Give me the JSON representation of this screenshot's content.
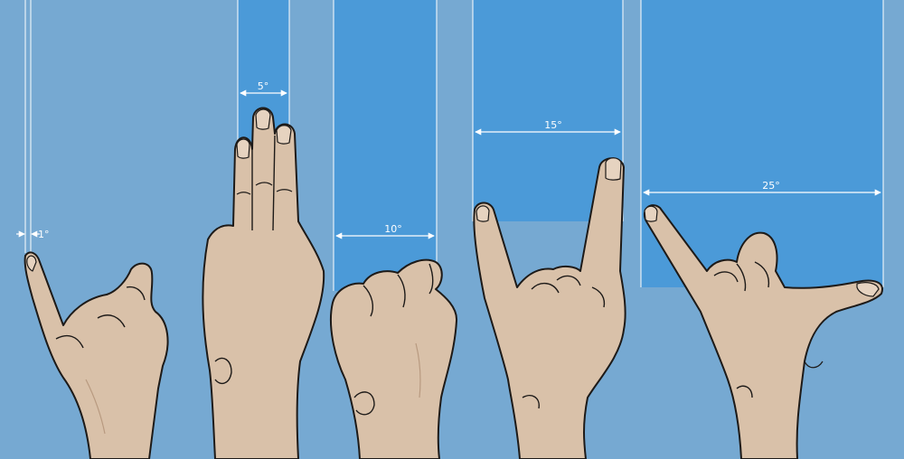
{
  "colors": {
    "background": "#76a9d2",
    "band": "#4b9ad8",
    "guide": "#ffffff",
    "skin": "#d9c1a9",
    "skin_shade": "#b89a80",
    "outline": "#1d1a18"
  },
  "measurements": [
    {
      "label": "1°",
      "gesture": "pinky-finger"
    },
    {
      "label": "5°",
      "gesture": "three-fingers"
    },
    {
      "label": "10°",
      "gesture": "fist"
    },
    {
      "label": "15°",
      "gesture": "index-and-pinky"
    },
    {
      "label": "25°",
      "gesture": "thumb-and-pinky"
    }
  ]
}
